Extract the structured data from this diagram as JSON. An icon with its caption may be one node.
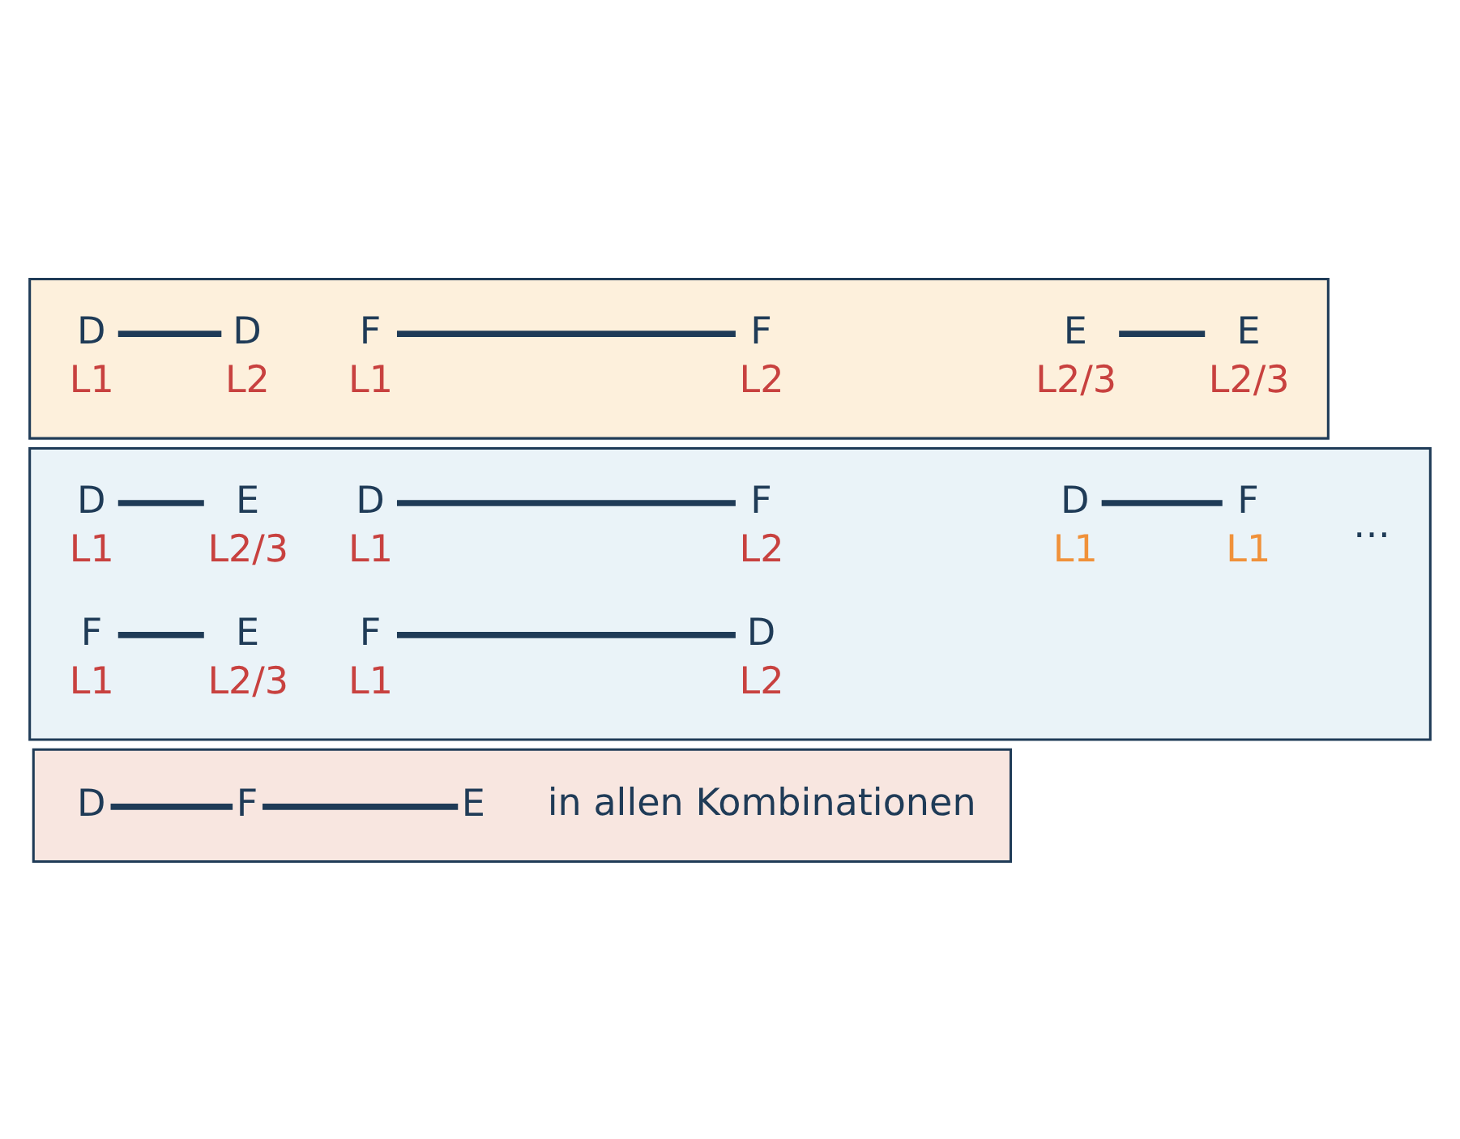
{
  "diagram": {
    "nodes": [
      {
        "text": [],
        "shape": "box"
      },
      {
        "text": [
          "D"
        ],
        "in": 0,
        "beside": [
          "L1"
        ]
      },
      {
        "text": [
          "D"
        ],
        "in": 0,
        "beside": [
          "L2"
        ]
      },
      {
        "text": [
          "F"
        ],
        "in": 0,
        "beside": [
          "L1"
        ]
      },
      {
        "text": [
          "F"
        ],
        "in": 0,
        "beside": [
          "L2"
        ]
      },
      {
        "text": [
          "E"
        ],
        "in": 0,
        "beside": [
          "L2/3"
        ]
      },
      {
        "text": [
          "E"
        ],
        "in": 0,
        "beside": [
          "L2/3"
        ]
      },
      {
        "text": [],
        "shape": "box"
      },
      {
        "text": [
          "D"
        ],
        "in": 7,
        "beside": [
          "L1"
        ]
      },
      {
        "text": [
          "E"
        ],
        "in": 7,
        "beside": [
          "L2/3"
        ]
      },
      {
        "text": [
          "D"
        ],
        "in": 7,
        "beside": [
          "L1"
        ]
      },
      {
        "text": [
          "F"
        ],
        "in": 7,
        "beside": [
          "L2"
        ]
      },
      {
        "text": [
          "D"
        ],
        "in": 7,
        "beside": [
          "L1"
        ]
      },
      {
        "text": [
          "F"
        ],
        "in": 7,
        "beside": [
          "L1"
        ]
      },
      {
        "text": [
          "F"
        ],
        "in": 7,
        "beside": [
          "L1"
        ]
      },
      {
        "text": [
          "E"
        ],
        "in": 7,
        "beside": [
          "L2/3"
        ]
      },
      {
        "text": [
          "F"
        ],
        "in": 7,
        "beside": [
          "L1"
        ]
      },
      {
        "text": [
          "D"
        ],
        "in": 7,
        "beside": [
          "L2"
        ]
      },
      {
        "text": [],
        "shape": "box"
      },
      {
        "text": [
          "D"
        ],
        "in": 18
      },
      {
        "text": [
          "F"
        ],
        "in": 18
      },
      {
        "text": [
          "E"
        ],
        "in": 18
      }
    ],
    "edges": [
      {
        "from": 1,
        "to": 2,
        "arrow": "none"
      },
      {
        "from": 3,
        "to": 4,
        "arrow": "none"
      },
      {
        "from": 5,
        "to": 6,
        "arrow": "none"
      },
      {
        "from": 8,
        "to": 9,
        "arrow": "none"
      },
      {
        "from": 10,
        "to": 11,
        "arrow": "none"
      },
      {
        "from": 12,
        "to": 13,
        "arrow": "none"
      },
      {
        "from": 14,
        "to": 15,
        "arrow": "none"
      },
      {
        "from": 16,
        "to": 17,
        "arrow": "none"
      },
      {
        "from": 19,
        "to": 20,
        "arrow": "none"
      },
      {
        "from": 20,
        "to": 21,
        "arrow": "none"
      }
    ],
    "labels": [
      "…",
      "in allen Kombinationen"
    ]
  }
}
